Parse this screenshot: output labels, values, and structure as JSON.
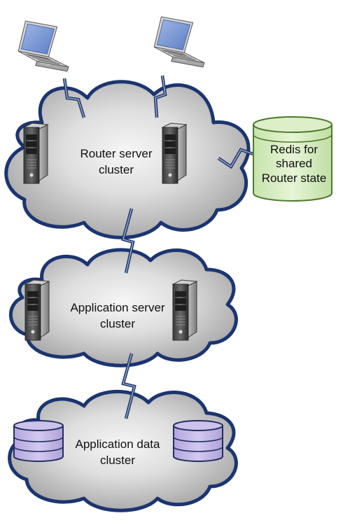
{
  "router_cluster": {
    "label_line1": "Router server",
    "label_line2": "cluster"
  },
  "redis": {
    "label_line1": "Redis for",
    "label_line2": "shared",
    "label_line3": "Router state"
  },
  "app_server_cluster": {
    "label_line1": "Application server",
    "label_line2": "cluster"
  },
  "app_data_cluster": {
    "label_line1": "Application data",
    "label_line2": "cluster"
  },
  "icons": {
    "client": "laptop-icon",
    "server": "server-tower-icon",
    "database": "database-cylinder-icon",
    "link": "lightning-bolt-connector"
  },
  "colors": {
    "cloud_outline": "#1c3570",
    "cloud_fill_light": "#f4f4f4",
    "cloud_fill_dark": "#a9a9a9",
    "redis_fill": "#d7ecc2",
    "redis_outline": "#4e7a2c",
    "data_cylinder_fill": "#c6bbe6",
    "data_cylinder_outline": "#23305e",
    "connector": "#24386a"
  }
}
